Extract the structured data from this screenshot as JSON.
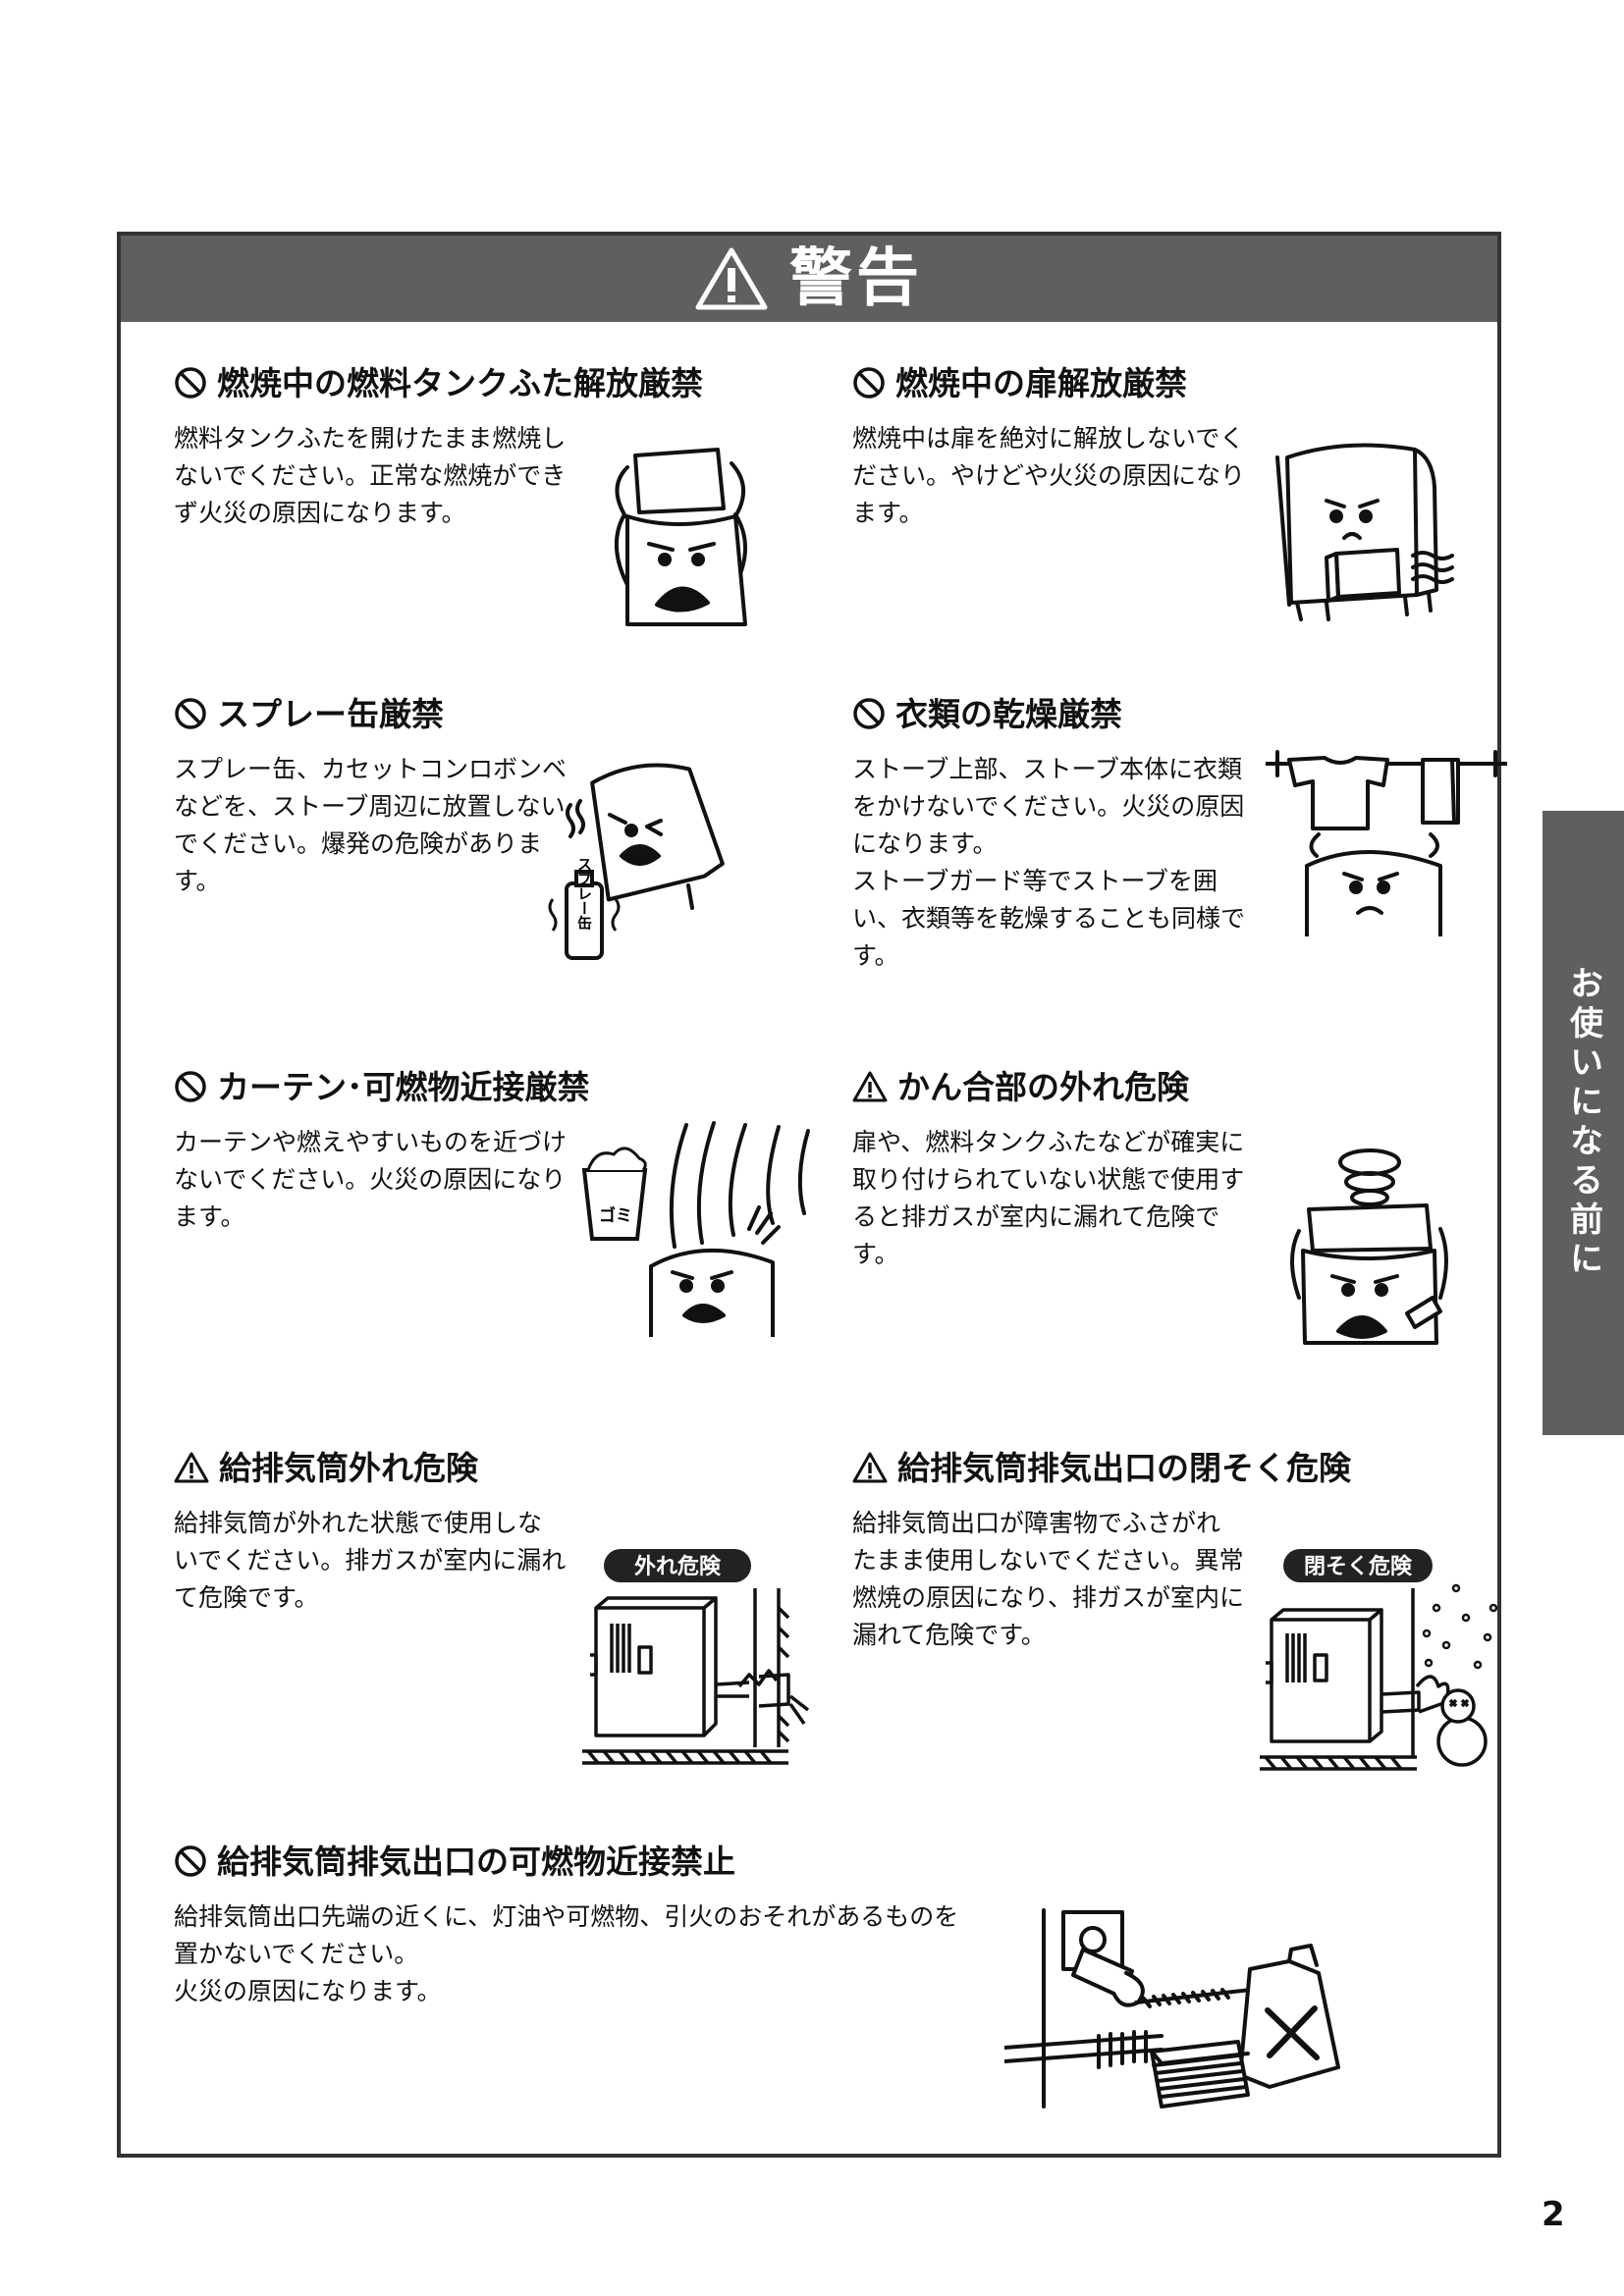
{
  "banner": {
    "title": "警告"
  },
  "side_tab": {
    "label": "お使いになる前に"
  },
  "page_number": "2",
  "sections": [
    {
      "icon": "prohibition-icon",
      "title": "燃焼中の燃料タンクふた解放厳禁",
      "body": [
        "燃料タンクふたを開けたまま燃焼しないでください。正常な燃焼ができず火災の原因になります。"
      ]
    },
    {
      "icon": "prohibition-icon",
      "title": "燃焼中の扉解放厳禁",
      "body": [
        "燃焼中は扉を絶対に解放しないでください。やけどや火災の原因になります。"
      ]
    },
    {
      "icon": "prohibition-icon",
      "title": "スプレー缶厳禁",
      "body": [
        "スプレー缶、カセットコンロボンベなどを、ストーブ周辺に放置しないでください。爆発の危険があります。"
      ]
    },
    {
      "icon": "prohibition-icon",
      "title": "衣類の乾燥厳禁",
      "body": [
        "ストーブ上部、ストーブ本体に衣類をかけないでください。火災の原因になります。",
        "ストーブガード等でストーブを囲い、衣類等を乾燥することも同様です。"
      ]
    },
    {
      "icon": "prohibition-icon",
      "title": "カーテン･可燃物近接厳禁",
      "body": [
        "カーテンや燃えやすいものを近づけないでください。火災の原因になります。"
      ]
    },
    {
      "icon": "caution-icon",
      "title": "かん合部の外れ危険",
      "body": [
        "扉や、燃料タンクふたなどが確実に取り付けられていない状態で使用すると排ガスが室内に漏れて危険です。"
      ]
    },
    {
      "icon": "caution-icon",
      "title": "給排気筒外れ危険",
      "body": [
        "給排気筒が外れた状態で使用しないでください。排ガスが室内に漏れて危険です。"
      ]
    },
    {
      "icon": "caution-icon",
      "title": "給排気筒排気出口の閉そく危険",
      "body": [
        "給排気筒出口が障害物でふさがれたまま使用しないでください。異常燃焼の原因になり、排ガスが室内に漏れて危険です。"
      ]
    },
    {
      "icon": "prohibition-icon",
      "title": "給排気筒排気出口の可燃物近接禁止",
      "body": [
        "給排気筒出口先端の近くに、灯油や可燃物、引火のおそれがあるものを置かないでください。",
        "火災の原因になります。"
      ]
    }
  ],
  "illustrations": {
    "spray_can_label": "スプレー缶",
    "trash_label": "ゴミ",
    "pipe_detached_badge": "外れ危険",
    "pipe_blocked_badge": "閉そく危険"
  }
}
